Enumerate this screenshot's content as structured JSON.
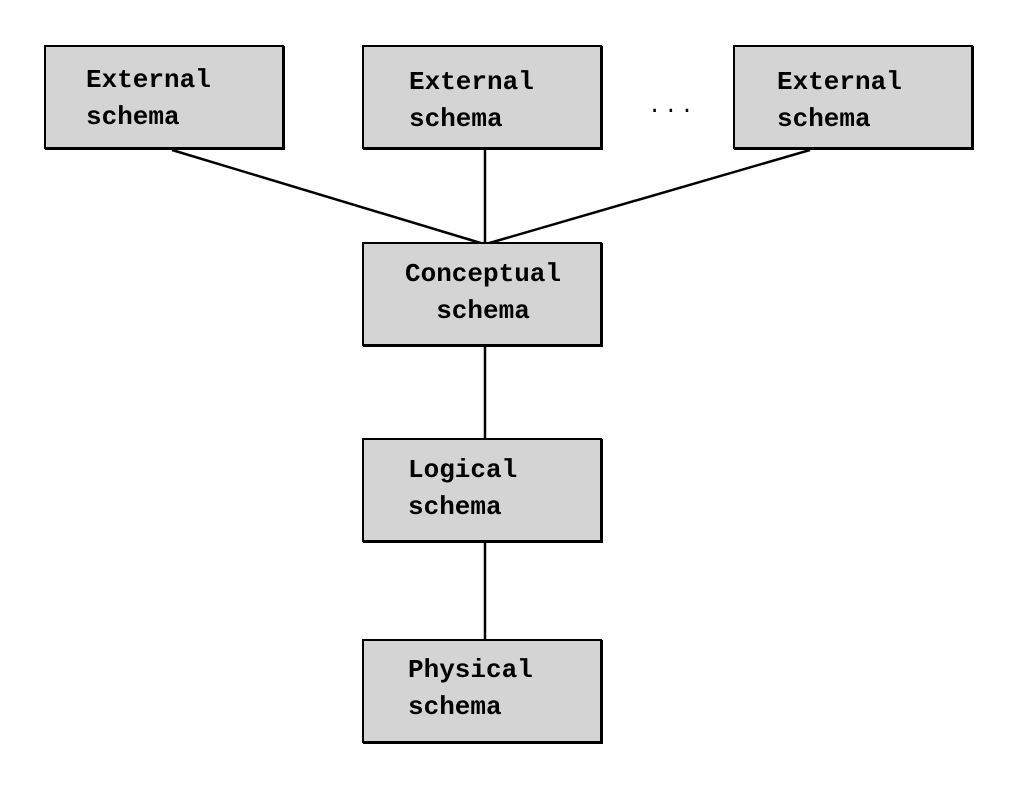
{
  "diagram": {
    "external_schemas": [
      {
        "line1": "External",
        "line2": "schema"
      },
      {
        "line1": "External",
        "line2": "schema"
      },
      {
        "line1": "External",
        "line2": "schema"
      }
    ],
    "ellipsis": "...",
    "conceptual": {
      "line1": "Conceptual",
      "line2": "schema"
    },
    "logical": {
      "line1": "Logical",
      "line2": "schema"
    },
    "physical": {
      "line1": "Physical",
      "line2": "schema"
    }
  }
}
